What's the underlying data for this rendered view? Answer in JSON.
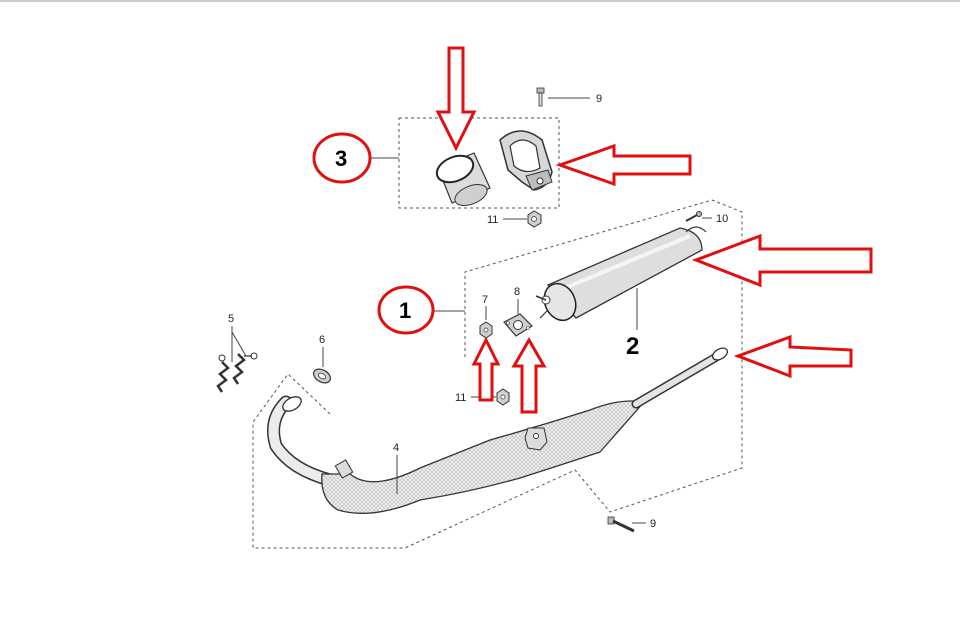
{
  "diagram": {
    "group_labels": {
      "assembly_1": "1",
      "assembly_3": "3"
    },
    "part_labels": {
      "muffler": "2",
      "expansion_pipe": "4",
      "springs": "5",
      "washer": "6",
      "nut_small": "7",
      "gasket": "8",
      "bolt_top": "9",
      "bolt_bottom": "9",
      "screw": "10",
      "nut_top": "11",
      "nut_mid": "11"
    },
    "colors": {
      "highlight": "#e01010",
      "line": "#333333",
      "part_fill": "#e8e8e8",
      "background": "#ffffff"
    },
    "icons": [
      "arrow-down",
      "arrow-left",
      "arrow-up"
    ]
  }
}
